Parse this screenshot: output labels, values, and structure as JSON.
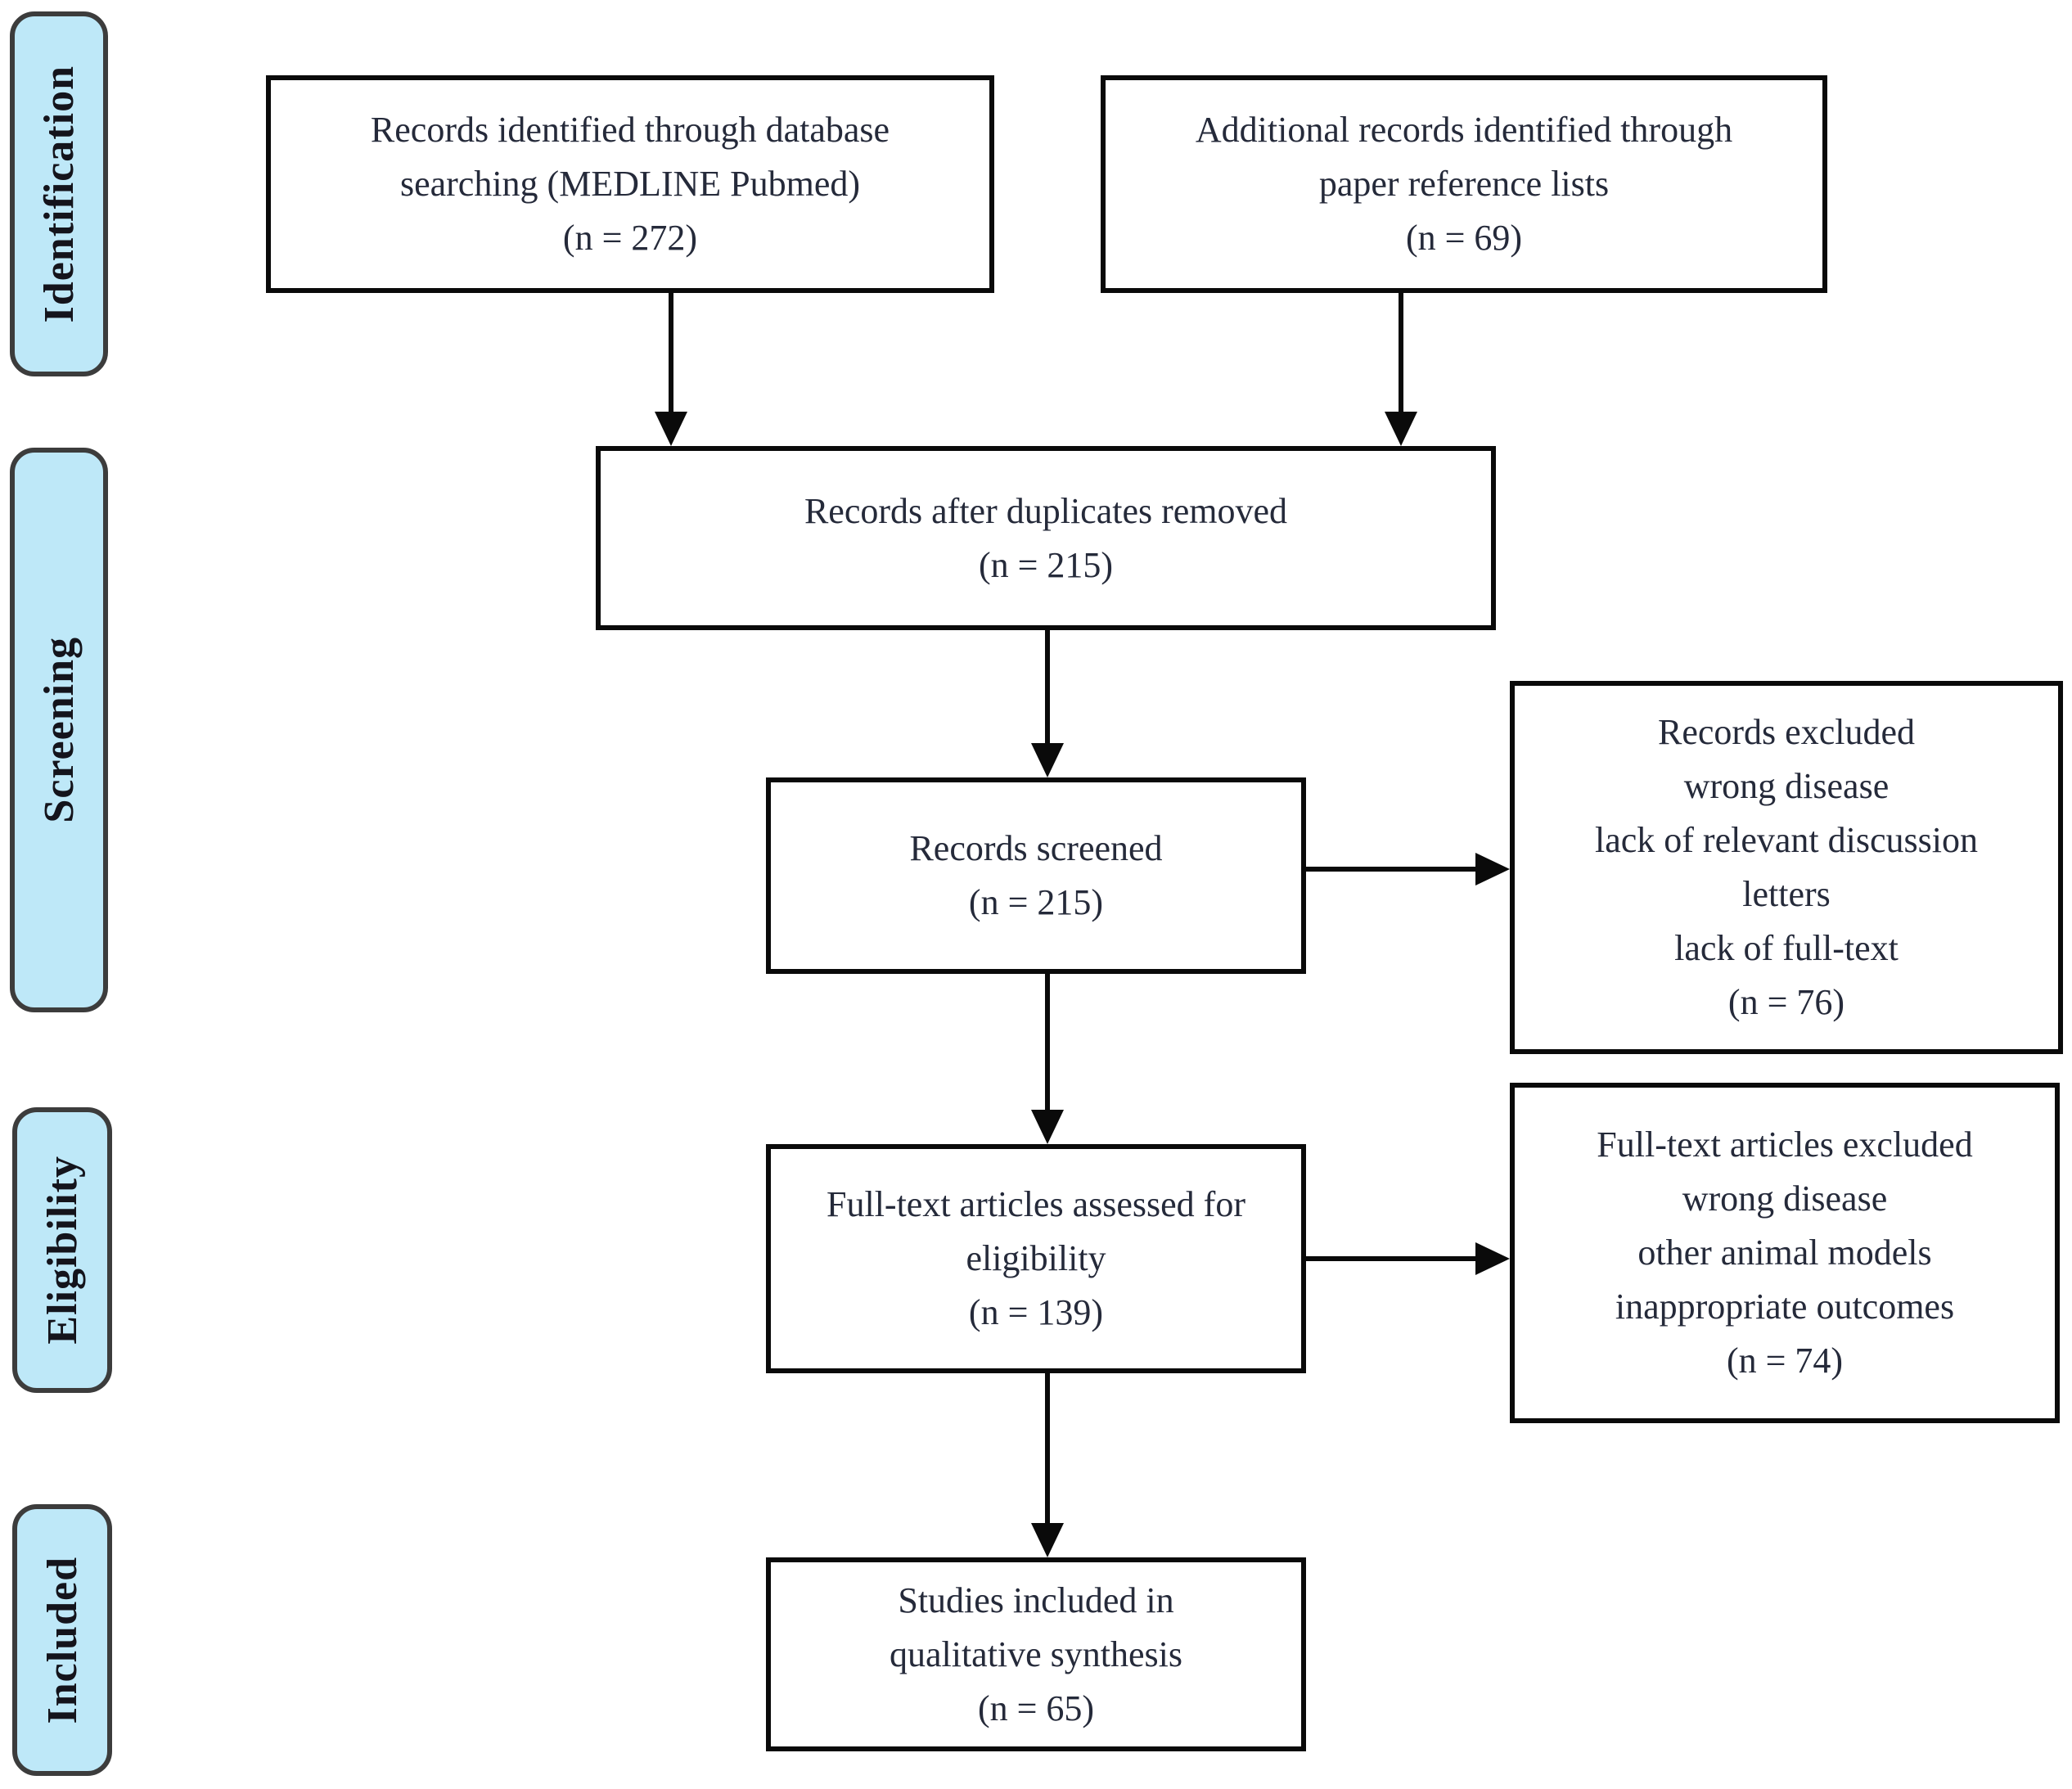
{
  "figure": {
    "type": "prisma-flow-diagram",
    "counts": {
      "database_search": 272,
      "reference_lists": 69,
      "after_duplicates": 215,
      "screened": 215,
      "records_excluded": 76,
      "fulltext_assessed": 139,
      "fulltext_excluded": 74,
      "included_qualitative": 65
    }
  },
  "colors": {
    "stage_fill": "#bee8f8",
    "stage_border": "#3c3c3c",
    "box_fill": "#ffffff",
    "box_border": "#0a0a0a",
    "text": "#252a3a",
    "arrow": "#0a0a0a"
  },
  "stages": {
    "identification": "Identification",
    "screening": "Screening",
    "eligibility": "Eligibility",
    "included": "Included"
  },
  "boxes": {
    "records_identified": "Records identified through database\nsearching (MEDLINE Pubmed)\n(n = 272)",
    "additional_records": "Additional records identified through\npaper reference lists\n(n = 69)",
    "duplicates_removed": "Records after duplicates removed\n(n = 215)",
    "records_screened": "Records screened\n(n = 215)",
    "records_excluded": "Records excluded\nwrong disease\nlack of relevant discussion\nletters\nlack of full-text\n(n = 76)",
    "fulltext_assessed": "Full-text articles assessed for\neligibility\n(n = 139)",
    "fulltext_excluded": "Full-text articles excluded\nwrong disease\nother animal models\ninappropriate outcomes\n(n = 74)",
    "studies_included": "Studies included in\nqualitative synthesis\n(n = 65)"
  }
}
